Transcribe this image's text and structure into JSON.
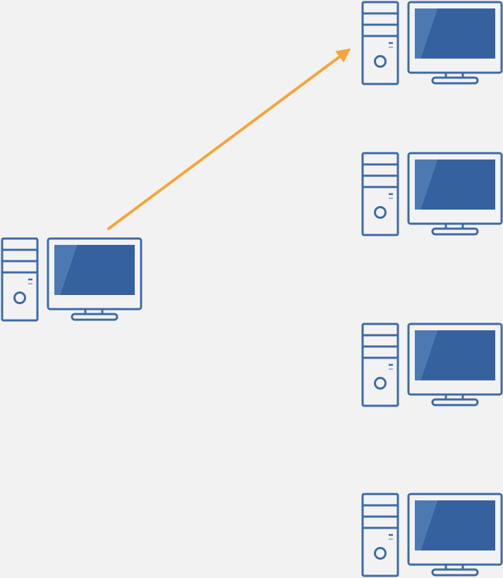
{
  "diagram": {
    "computers": [
      {
        "id": "source-computer",
        "role": "sender"
      },
      {
        "id": "target-computer-1",
        "role": "receiver"
      },
      {
        "id": "target-computer-2",
        "role": "idle"
      },
      {
        "id": "target-computer-3",
        "role": "idle"
      },
      {
        "id": "target-computer-4",
        "role": "idle"
      }
    ],
    "connections": [
      {
        "from": "source-computer",
        "to": "target-computer-1",
        "directed": true
      }
    ],
    "icon": "desktop-computer-icon",
    "colors": {
      "background": "#f2f2f2",
      "outline": "#3d6aa6",
      "screen_dark": "#35619e",
      "screen_light": "#4d79b3",
      "arrow": "#f5a53a"
    }
  }
}
